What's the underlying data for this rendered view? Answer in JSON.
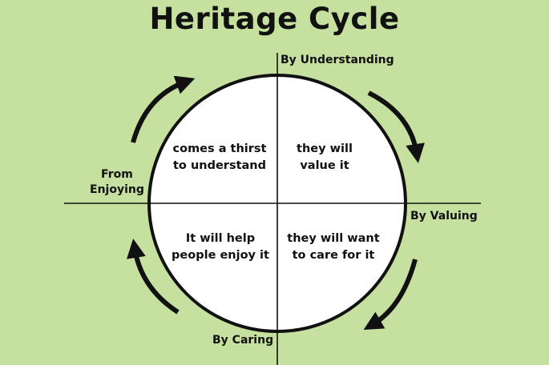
{
  "title": "Heritage Cycle",
  "axis_labels": {
    "top": "By Understanding",
    "right": "By Valuing",
    "bottom": "By Caring",
    "left_line1": "From",
    "left_line2": "Enjoying"
  },
  "quadrants": {
    "top_left": [
      "comes a thirst",
      "to understand"
    ],
    "top_right": [
      "they will",
      "value it"
    ],
    "bottom_left": [
      "It will help",
      "people enjoy it"
    ],
    "bottom_right": [
      "they will want",
      "to care for it"
    ]
  },
  "colors": {
    "background": "#c5e09f",
    "circle_fill": "#ffffff",
    "stroke": "#111111"
  }
}
